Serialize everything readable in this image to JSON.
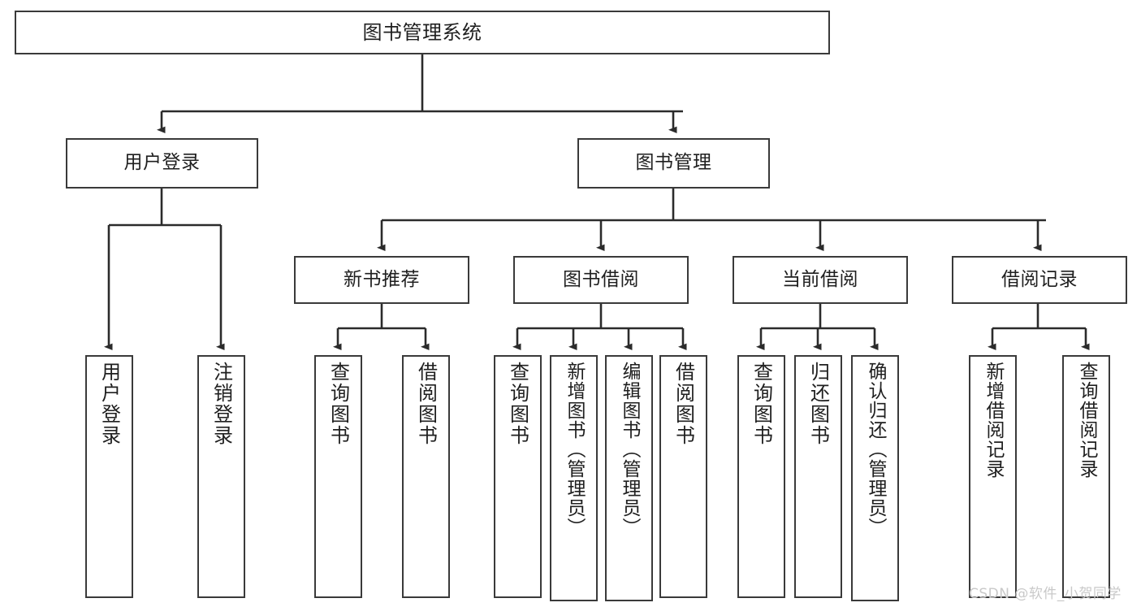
{
  "diagram": {
    "title": "图书管理系统",
    "type": "tree-hierarchy",
    "watermark": "CSDN @软件_小贺同学",
    "colors": {
      "box_border": "#3a3a3a",
      "box_fill": "#ffffff",
      "edge": "#2b2b2b",
      "text": "#1f1f1f",
      "watermark": "#c9c9c9",
      "background": "#ffffff"
    },
    "nodes": {
      "root": {
        "label": "图书管理系统"
      },
      "level2": [
        {
          "id": "user-login",
          "label": "用户登录"
        },
        {
          "id": "book-manage",
          "label": "图书管理"
        }
      ],
      "level3": [
        {
          "id": "new-book-rec",
          "label": "新书推荐"
        },
        {
          "id": "book-borrow",
          "label": "图书借阅"
        },
        {
          "id": "current-borrow",
          "label": "当前借阅"
        },
        {
          "id": "borrow-record",
          "label": "借阅记录"
        }
      ],
      "leaves": {
        "user_login": [
          {
            "id": "leaf-user-login",
            "label": "用户登录"
          },
          {
            "id": "leaf-logout",
            "label": "注销登录"
          }
        ],
        "new_book_rec": [
          {
            "id": "leaf-query-book-1",
            "label": "查询图书"
          },
          {
            "id": "leaf-borrow-book-1",
            "label": "借阅图书"
          }
        ],
        "book_borrow": [
          {
            "id": "leaf-query-book-2",
            "label": "查询图书"
          },
          {
            "id": "leaf-add-book",
            "label": "新增图书（管理员）"
          },
          {
            "id": "leaf-edit-book",
            "label": "编辑图书（管理员）"
          },
          {
            "id": "leaf-borrow-book-2",
            "label": "借阅图书"
          }
        ],
        "current_borrow": [
          {
            "id": "leaf-query-book-3",
            "label": "查询图书"
          },
          {
            "id": "leaf-return-book",
            "label": "归还图书"
          },
          {
            "id": "leaf-confirm-return",
            "label": "确认归还（管理员）"
          }
        ],
        "borrow_record": [
          {
            "id": "leaf-add-record",
            "label": "新增借阅记录"
          },
          {
            "id": "leaf-query-record",
            "label": "查询借阅记录"
          }
        ]
      }
    }
  }
}
